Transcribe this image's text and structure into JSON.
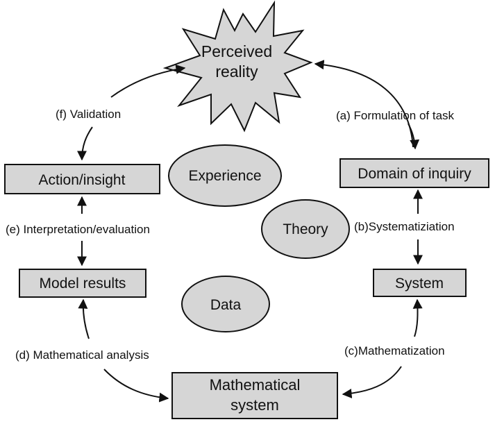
{
  "nodes": {
    "perceived_reality": {
      "line1": "Perceived",
      "line2": "reality"
    },
    "domain_of_inquiry": "Domain of inquiry",
    "system": "System",
    "mathematical_system": {
      "line1": "Mathematical",
      "line2": "system"
    },
    "model_results": "Model results",
    "action_insight": "Action/insight"
  },
  "edges": {
    "a": "(a) Formulation of task",
    "b": "(b)Systematiziation",
    "c": "(c)Mathematization",
    "d": "(d) Mathematical analysis",
    "e": "(e) Interpretation/evaluation",
    "f": "(f) Validation"
  },
  "ellipses": {
    "experience": "Experience",
    "theory": "Theory",
    "data": "Data"
  },
  "colors": {
    "fill": "#d6d6d6",
    "stroke": "#111111",
    "text": "#111111"
  }
}
